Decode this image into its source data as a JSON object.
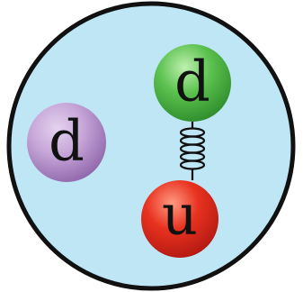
{
  "quarks": [
    {
      "id": "left",
      "label": "d",
      "color": "#b48fc8"
    },
    {
      "id": "top",
      "label": "d",
      "color": "#4fb84a"
    },
    {
      "id": "bottom",
      "label": "u",
      "color": "#e0281e"
    }
  ],
  "colors": {
    "background": "#bfe6f5",
    "outline": "#111111",
    "gluon": "#111111"
  }
}
